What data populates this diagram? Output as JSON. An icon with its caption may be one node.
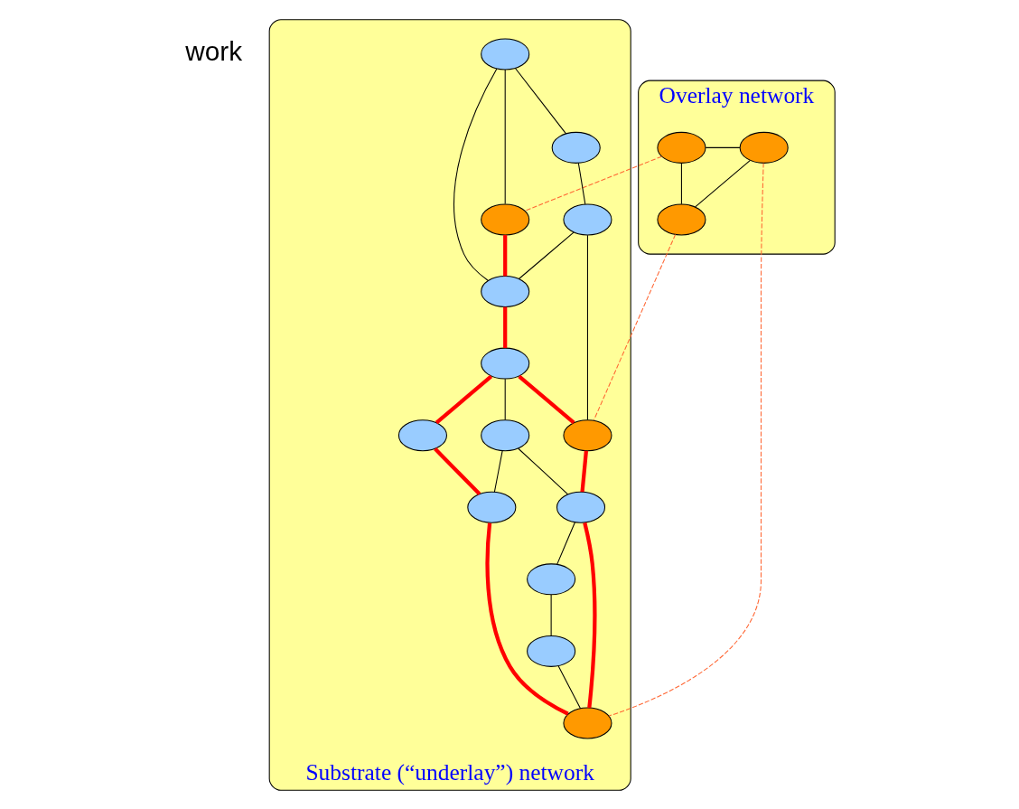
{
  "diagram": {
    "nodes": [
      {
        "text": [
          "Overlay network"
        ]
      },
      {
        "text": [],
        "shape": "ellipse",
        "in": 0
      },
      {
        "text": [],
        "shape": "ellipse",
        "in": 0
      },
      {
        "text": [],
        "shape": "ellipse",
        "in": 0
      },
      {
        "text": [
          "Substrate (“underlay”) network"
        ]
      },
      {
        "text": [],
        "shape": "ellipse",
        "in": 4
      },
      {
        "text": [],
        "shape": "ellipse",
        "in": 4
      },
      {
        "text": [],
        "shape": "ellipse",
        "in": 4
      },
      {
        "text": [],
        "shape": "ellipse",
        "in": 4
      },
      {
        "text": [],
        "shape": "ellipse",
        "in": 4
      },
      {
        "text": [],
        "shape": "ellipse",
        "in": 4
      },
      {
        "text": [],
        "shape": "ellipse",
        "in": 4
      },
      {
        "text": [],
        "shape": "ellipse",
        "in": 4
      },
      {
        "text": [],
        "shape": "ellipse",
        "in": 4
      },
      {
        "text": [],
        "shape": "ellipse",
        "in": 4
      },
      {
        "text": [],
        "shape": "ellipse",
        "in": 4
      },
      {
        "text": [],
        "shape": "ellipse",
        "in": 4
      },
      {
        "text": [],
        "shape": "ellipse",
        "in": 4
      },
      {
        "text": [],
        "shape": "ellipse",
        "in": 4
      }
    ],
    "edges": [
      {
        "from": 1,
        "to": 3,
        "arrow": "none"
      },
      {
        "from": 1,
        "to": 2,
        "arrow": "none"
      },
      {
        "from": 2,
        "to": 3,
        "arrow": "none"
      },
      {
        "from": 1,
        "to": 5,
        "arrow": "none",
        "style": "dashed",
        "color": "#ff6633"
      },
      {
        "from": 2,
        "to": 12,
        "arrow": "none",
        "style": "dashed",
        "color": "#ff6633"
      },
      {
        "from": 3,
        "to": 14,
        "arrow": "none",
        "style": "dashed",
        "color": "#ff6633"
      },
      {
        "from": 6,
        "to": 5,
        "arrow": "none"
      },
      {
        "from": 6,
        "to": 7,
        "arrow": "none"
      },
      {
        "from": 6,
        "to": 8,
        "arrow": "none"
      },
      {
        "from": 8,
        "to": 9,
        "arrow": "none"
      },
      {
        "from": 9,
        "to": 7,
        "arrow": "none"
      },
      {
        "from": 9,
        "to": 12,
        "arrow": "none"
      },
      {
        "from": 10,
        "to": 15,
        "arrow": "none"
      },
      {
        "from": 15,
        "to": 13,
        "arrow": "none"
      },
      {
        "from": 15,
        "to": 16,
        "arrow": "none"
      },
      {
        "from": 16,
        "to": 17,
        "arrow": "none"
      },
      {
        "from": 17,
        "to": 18,
        "arrow": "none"
      },
      {
        "from": 18,
        "to": 14,
        "arrow": "none"
      },
      {
        "from": 5,
        "to": 7,
        "arrow": "none",
        "style": "thick",
        "color": "#ff0000"
      },
      {
        "from": 7,
        "to": 10,
        "arrow": "none",
        "style": "thick",
        "color": "#ff0000"
      },
      {
        "from": 10,
        "to": 11,
        "arrow": "none",
        "style": "thick",
        "color": "#ff0000"
      },
      {
        "from": 11,
        "to": 13,
        "arrow": "none",
        "style": "thick",
        "color": "#ff0000"
      },
      {
        "from": 13,
        "to": 14,
        "arrow": "none",
        "style": "thick",
        "color": "#ff0000"
      },
      {
        "from": 10,
        "to": 12,
        "arrow": "none",
        "style": "thick",
        "color": "#ff0000"
      },
      {
        "from": 12,
        "to": 16,
        "arrow": "none",
        "style": "thick",
        "color": "#ff0000"
      },
      {
        "from": 16,
        "to": 14,
        "arrow": "none",
        "style": "thick",
        "color": "#ff0000"
      }
    ],
    "labels": [
      "work"
    ]
  }
}
